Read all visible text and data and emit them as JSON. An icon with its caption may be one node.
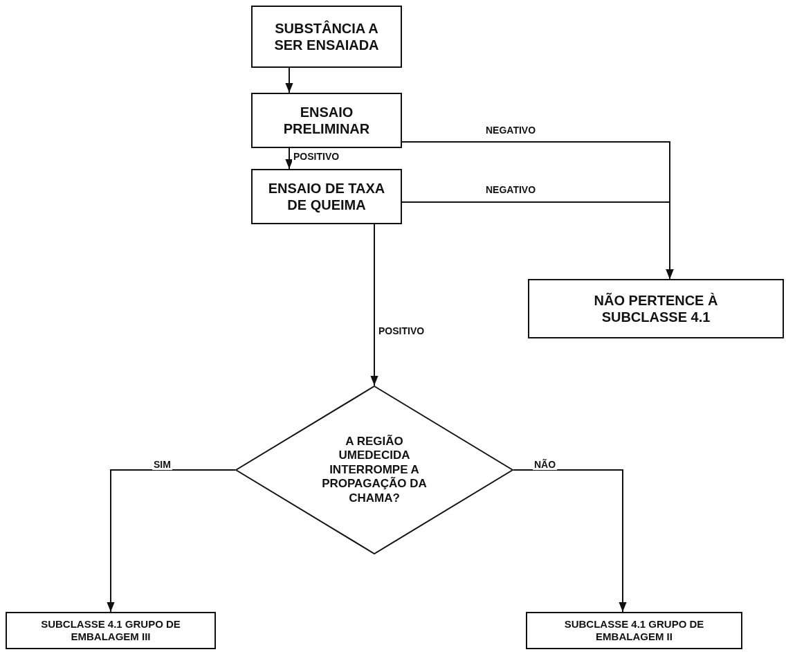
{
  "diagram": {
    "nodes": [
      {
        "text": [
          "SUBSTÂNCIA A SER ENSAIADA"
        ]
      },
      {
        "text": [
          "ENSAIO PRELIMINAR"
        ]
      },
      {
        "text": [
          "ENSAIO DE TAXA DE QUEIMA"
        ]
      },
      {
        "text": [
          "NÃO PERTENCE À SUBCLASSE 4.1"
        ]
      },
      {
        "text": [
          "A REGIÃO UMEDECIDA INTERROMPE A PROPAGAÇÃO DA CHAMA?"
        ]
      },
      {
        "text": [
          "SUBCLASSE 4.1 GRUPO DE EMBALAGEM III"
        ]
      },
      {
        "text": [
          "SUBCLASSE 4.1 GRUPO DE EMBALAGEM II"
        ]
      }
    ],
    "edges": [
      {
        "from": 0,
        "to": 1,
        "arrow": "to"
      },
      {
        "from": 1,
        "to": 2,
        "arrow": "to",
        "label": "POSITIVO"
      },
      {
        "from": 1,
        "to": 3,
        "arrow": "to",
        "label": "NEGATIVO"
      },
      {
        "from": 2,
        "to": 3,
        "arrow": "to",
        "label": "NEGATIVO"
      },
      {
        "from": 2,
        "to": 4,
        "arrow": "to",
        "label": "POSITIVO"
      },
      {
        "from": 4,
        "to": 5,
        "arrow": "to",
        "label": "SIM"
      },
      {
        "from": 4,
        "to": 6,
        "arrow": "to",
        "label": "NÃO"
      }
    ]
  }
}
